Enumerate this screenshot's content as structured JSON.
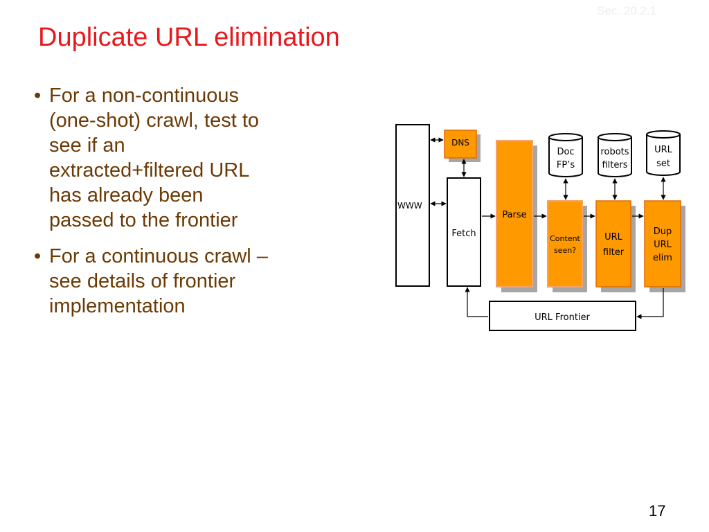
{
  "slide": {
    "section_ref": "Sec. 20.2.1",
    "title": "Duplicate URL elimination",
    "page_number": "17"
  },
  "bullets": [
    {
      "lines": [
        "For a non-continuous",
        "(one-shot) crawl, test to",
        "see if an",
        "extracted+filtered URL",
        "has already been",
        "passed to the frontier"
      ]
    },
    {
      "lines": [
        "For a continuous crawl –",
        "see details of frontier",
        "implementation"
      ]
    }
  ],
  "diagram": {
    "www": "WWW",
    "dns": "DNS",
    "fetch": "Fetch",
    "parse": "Parse",
    "doc_fps": [
      "Doc",
      "FP’s"
    ],
    "robots_filters": [
      "robots",
      "filters"
    ],
    "url_set": [
      "URL",
      "set"
    ],
    "content_seen": [
      "Content",
      "seen?"
    ],
    "url_filter": [
      "URL",
      "filter"
    ],
    "dup_url_elim": [
      "Dup",
      "URL",
      "elim"
    ],
    "url_frontier": "URL Frontier",
    "colors": {
      "process_fill": "#ff9900",
      "process_border": "#e06b00",
      "shadow": "#a6a6a6",
      "title_red": "#e8191d",
      "body_brown": "#6b3a05"
    }
  }
}
